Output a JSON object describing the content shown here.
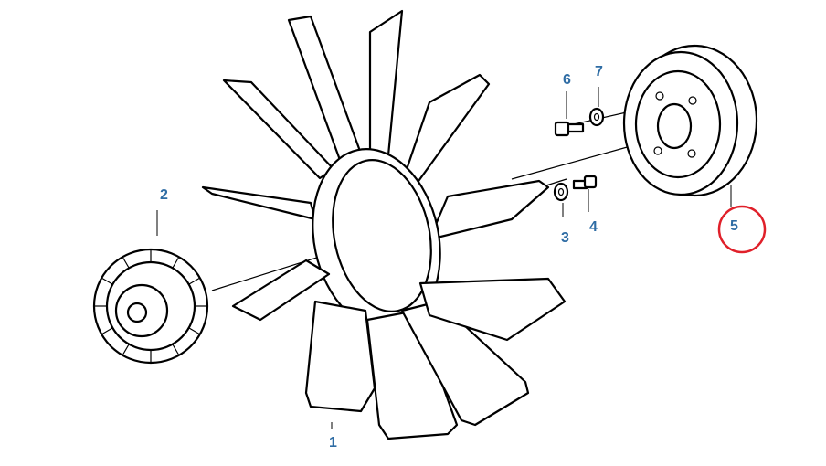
{
  "callouts": [
    {
      "id": "1",
      "label": "1",
      "part": "fan-blade-assembly"
    },
    {
      "id": "2",
      "label": "2",
      "part": "viscous-fan-clutch"
    },
    {
      "id": "3",
      "label": "3",
      "part": "washer-lower"
    },
    {
      "id": "4",
      "label": "4",
      "part": "bolt-lower"
    },
    {
      "id": "5",
      "label": "5",
      "part": "pulley",
      "highlighted": true
    },
    {
      "id": "6",
      "label": "6",
      "part": "bolt-upper"
    },
    {
      "id": "7",
      "label": "7",
      "part": "washer-upper"
    }
  ],
  "colors": {
    "label": "#2e6ca4",
    "highlight": "#e0202a",
    "line": "#000000",
    "background": "#ffffff"
  }
}
